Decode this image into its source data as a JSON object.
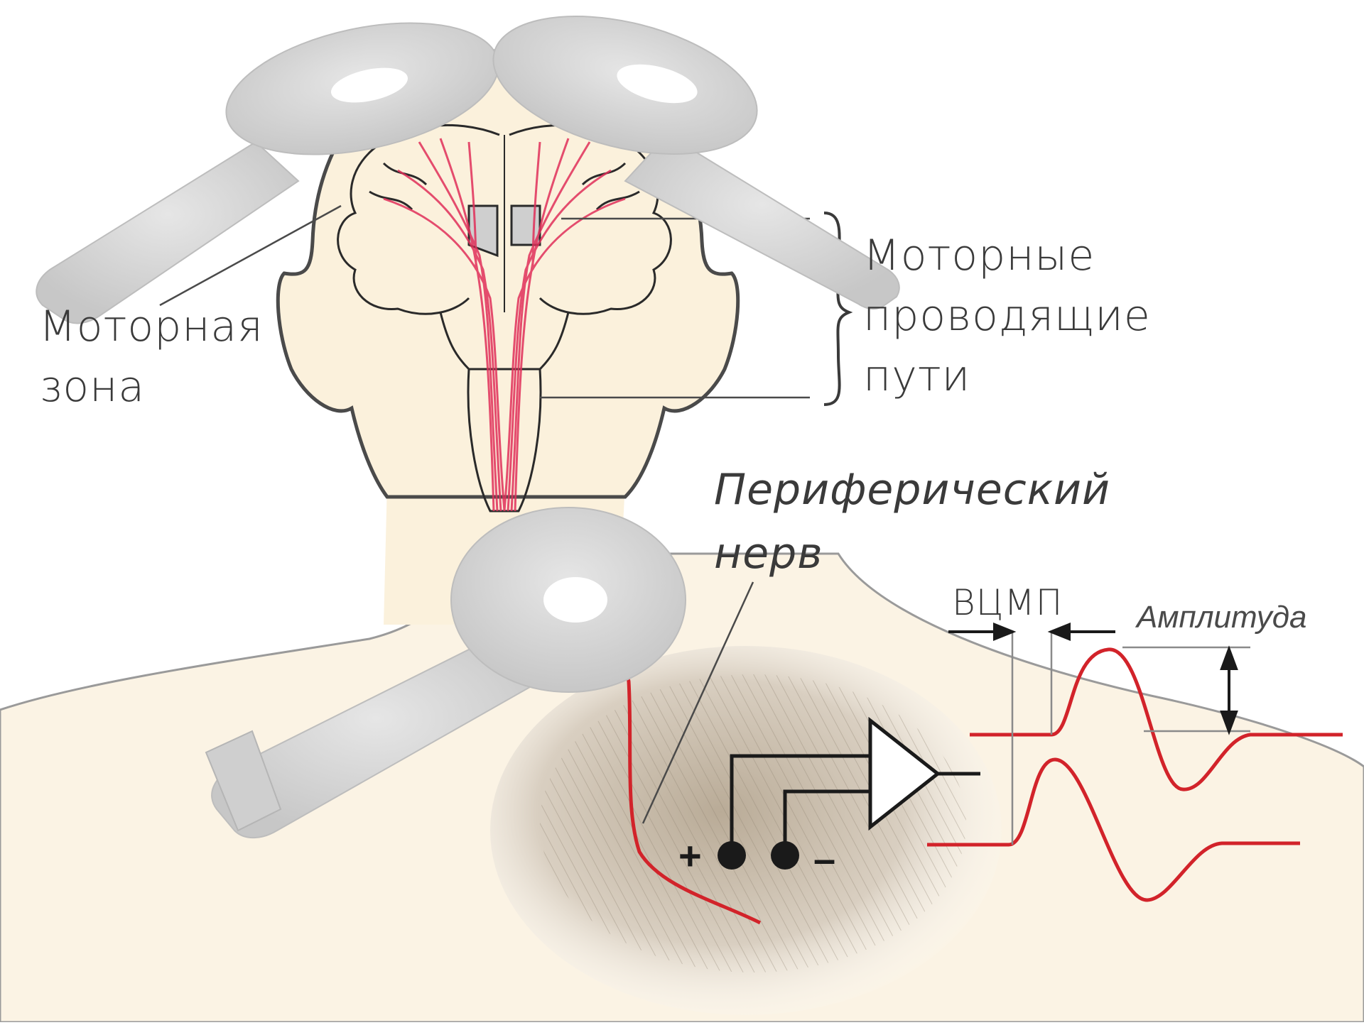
{
  "labels": {
    "motor_zone_line1": "Моторная",
    "motor_zone_line2": "зона",
    "motor_pathways_line1": "Моторные",
    "motor_pathways_line2": "проводящие",
    "motor_pathways_line3": "пути",
    "peripheral_nerve_line1": "Периферический",
    "peripheral_nerve_line2": "нерв",
    "latency": "ВЦМП",
    "amplitude": "Амплитуда",
    "plus": "+",
    "minus": "–"
  },
  "colors": {
    "skin": "#fbf1dc",
    "coil": "#d6d6d6",
    "pathway": "#e0305a",
    "signal": "#d2232a",
    "outline": "#4a4a4a",
    "muscle": "#cbbfae"
  },
  "icons": {
    "coil": "magnetic-coil-icon",
    "amplifier": "amplifier-triangle-icon",
    "electrode": "electrode-dot-icon"
  }
}
